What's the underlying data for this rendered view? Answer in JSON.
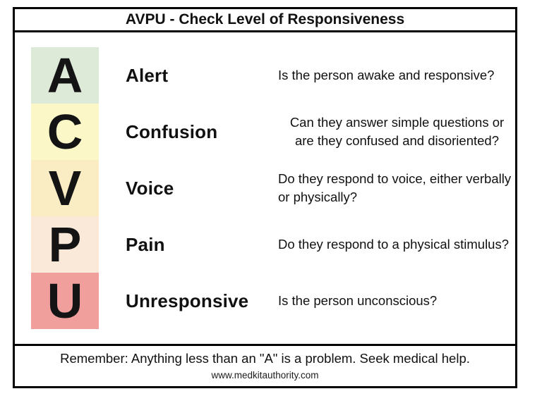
{
  "title": "AVPU - Check Level of Responsiveness",
  "rows": [
    {
      "letter": "A",
      "color": "#deead8",
      "label": "Alert",
      "description": "Is the person awake and responsive?"
    },
    {
      "letter": "C",
      "color": "#fbf7c6",
      "label": "Confusion",
      "description": "Can they answer simple questions or\nare they confused and disoriented?"
    },
    {
      "letter": "V",
      "color": "#faedc4",
      "label": "Voice",
      "description": "Do they respond to voice, either verbally\nor physically?"
    },
    {
      "letter": "P",
      "color": "#fae8d9",
      "label": "Pain",
      "description": "Do they respond to a physical stimulus?"
    },
    {
      "letter": "U",
      "color": "#f09f9d",
      "label": "Unresponsive",
      "description": "Is the person unconscious?"
    }
  ],
  "footer": {
    "remember": "Remember: Anything less than an \"A\" is a problem. Seek medical help.",
    "website": "www.medkitauthority.com"
  },
  "colors": {
    "border": "#000000",
    "text": "#111111"
  }
}
